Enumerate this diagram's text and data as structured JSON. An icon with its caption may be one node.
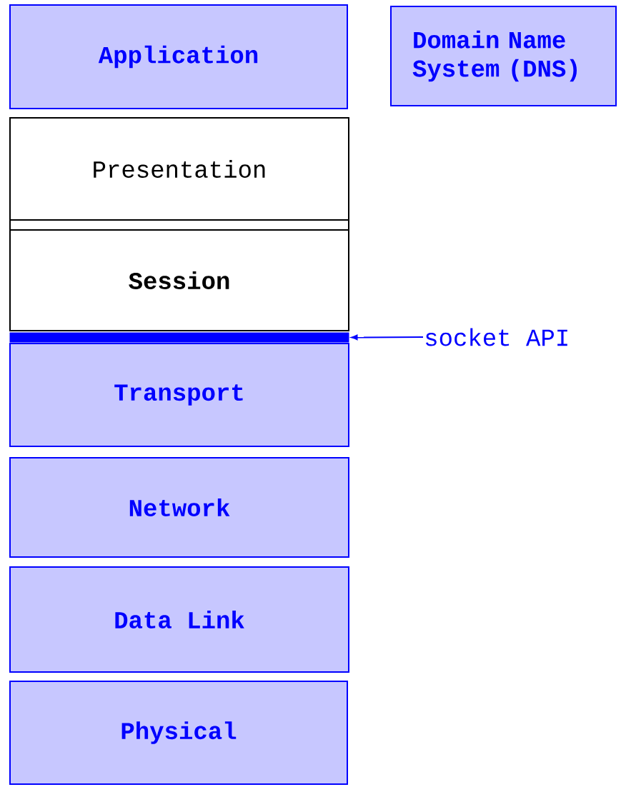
{
  "diagram": {
    "nodes": [
      {
        "text": [
          "Application"
        ]
      },
      {
        "text": [
          "Domain Name System (DNS)"
        ]
      },
      {
        "text": [
          "Presentation"
        ]
      },
      {
        "text": [],
        "shape": "box"
      },
      {
        "text": [
          "Session"
        ]
      },
      {
        "text": [],
        "shape": "bar"
      },
      {
        "text": [
          "Transport"
        ]
      },
      {
        "text": [
          "Network"
        ]
      },
      {
        "text": [
          "Data Link"
        ]
      },
      {
        "text": [
          "Physical"
        ]
      },
      {
        "text": [
          "socket API"
        ]
      }
    ],
    "edges": [
      {
        "from": 10,
        "to": 5,
        "arrow": "to",
        "color": "#0000ff"
      }
    ]
  }
}
